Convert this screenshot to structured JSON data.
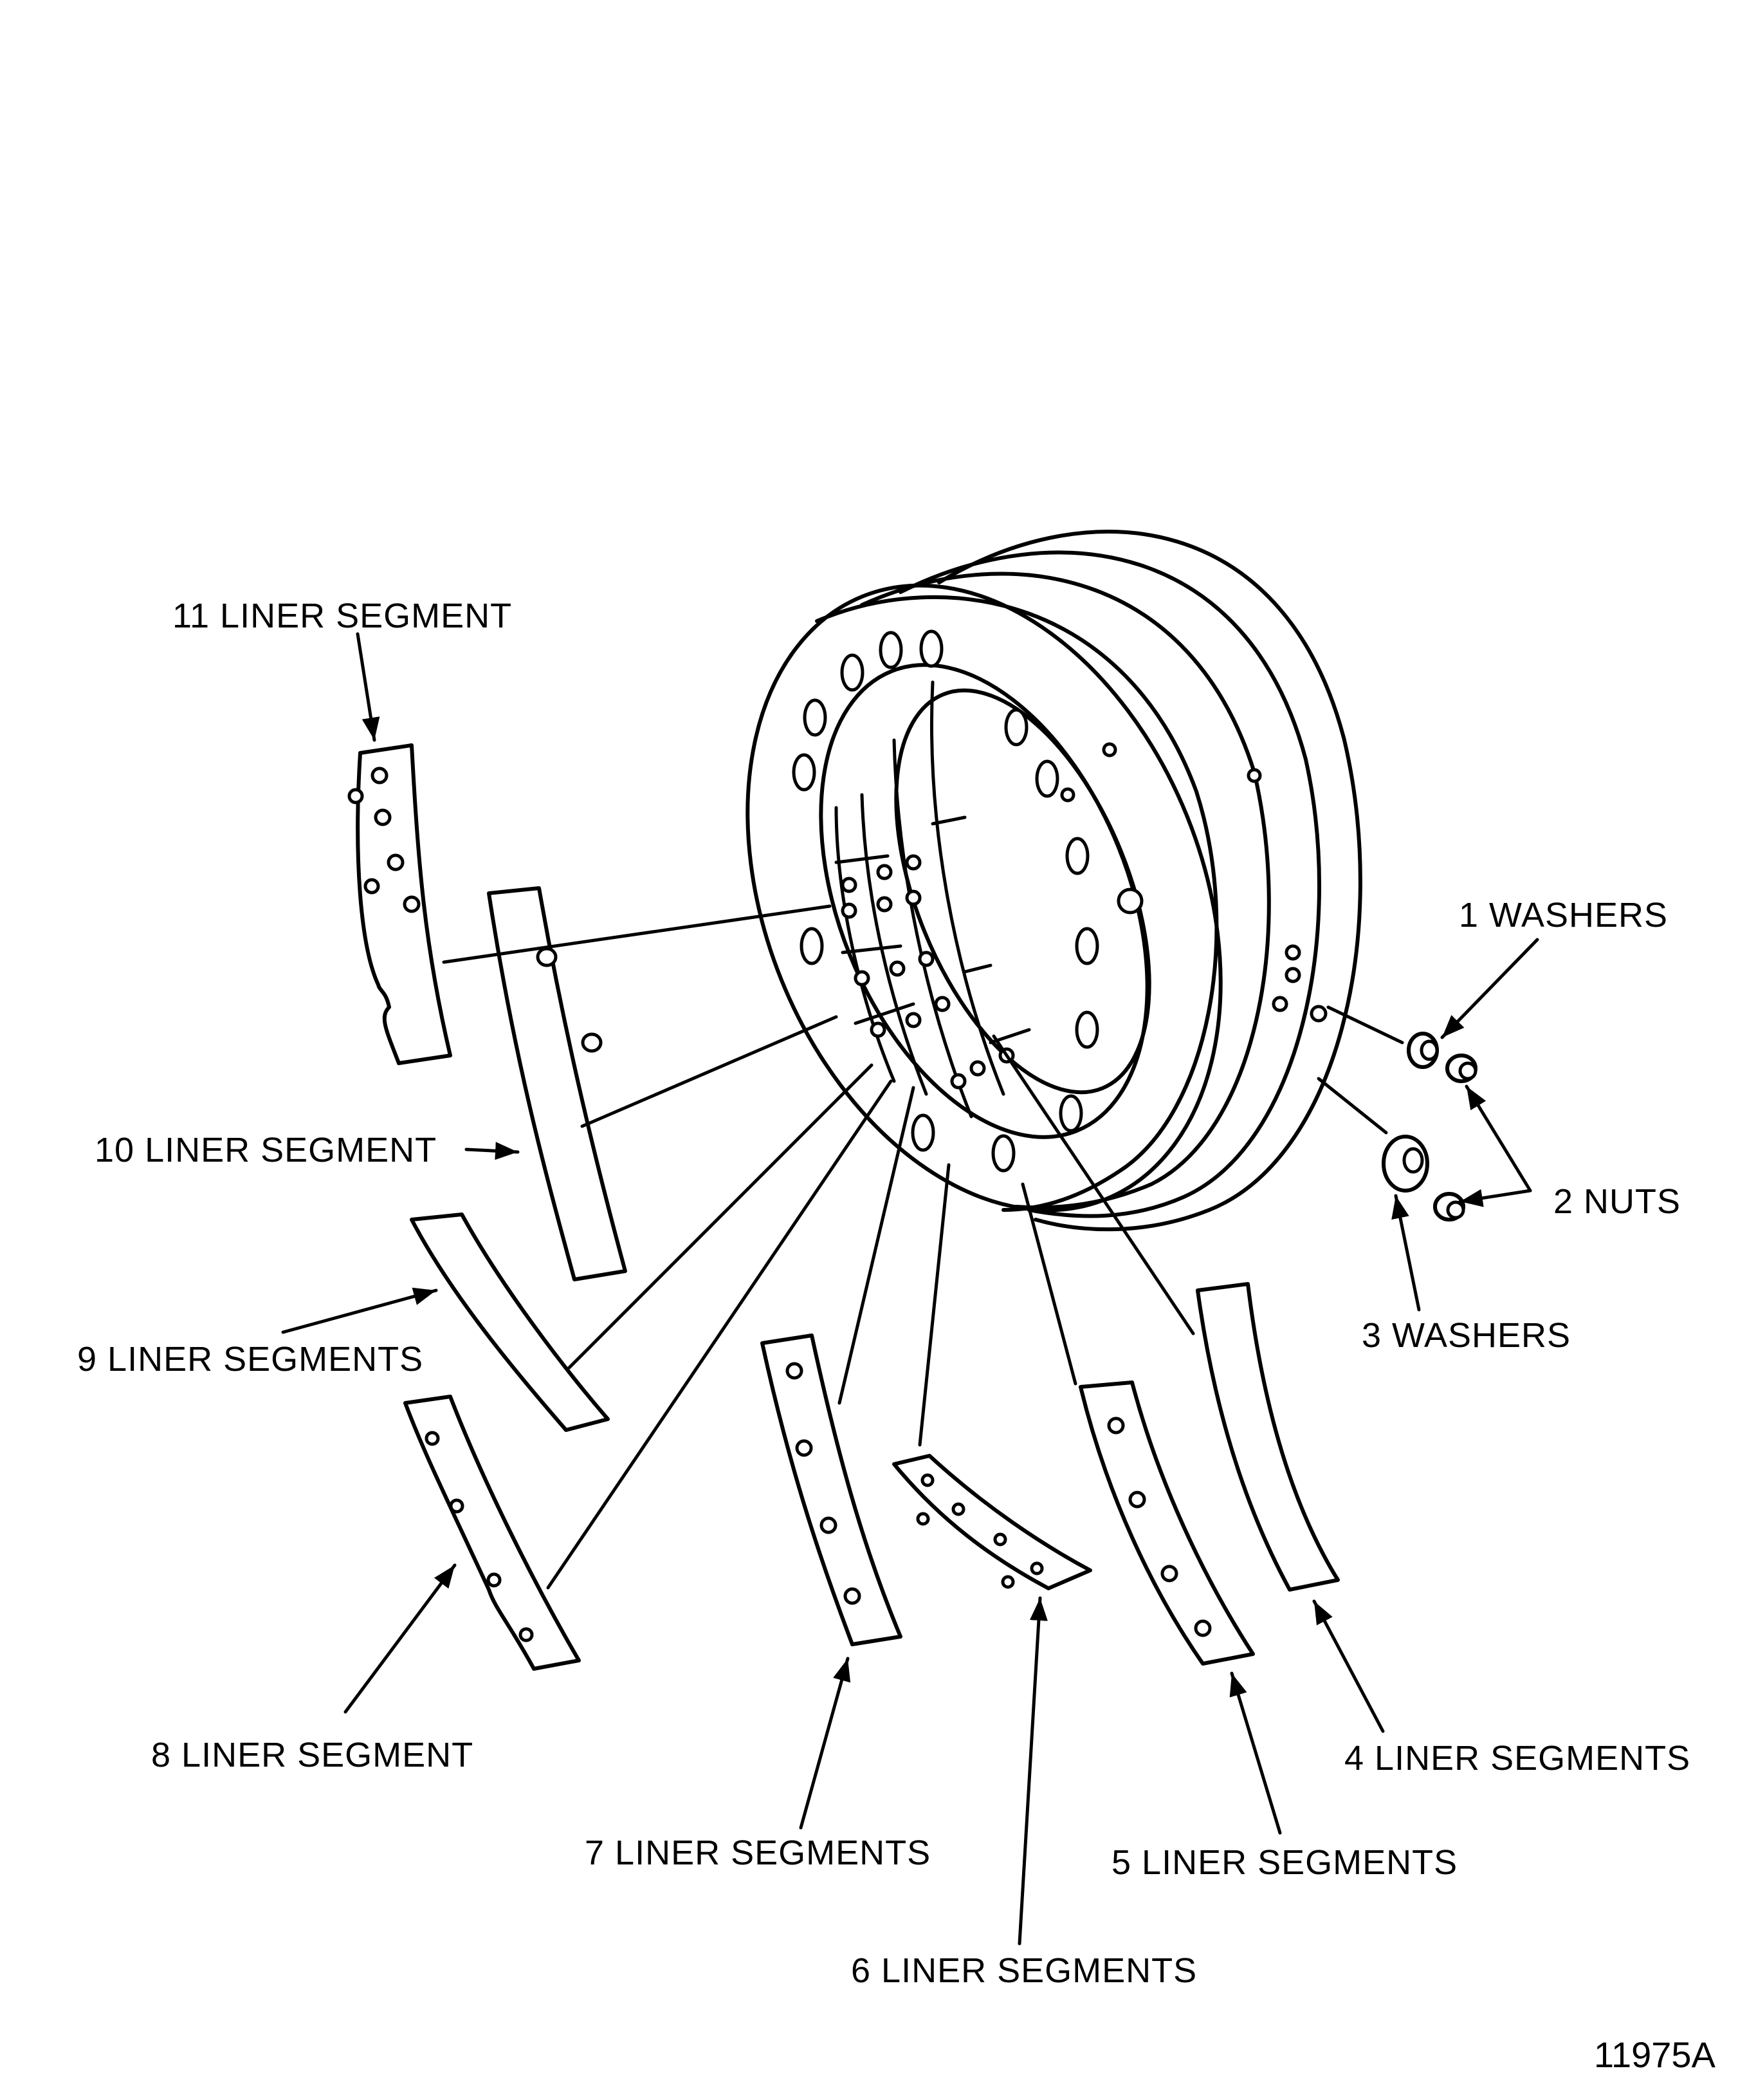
{
  "figure": {
    "number": "11975A",
    "subject": "Exploded view of ring assembly with liner segments"
  },
  "callouts": [
    {
      "id": "1",
      "label": "WASHERS"
    },
    {
      "id": "2",
      "label": "NUTS"
    },
    {
      "id": "3",
      "label": "WASHERS"
    },
    {
      "id": "4",
      "label": "LINER SEGMENTS"
    },
    {
      "id": "5",
      "label": "LINER SEGMENTS"
    },
    {
      "id": "6",
      "label": "LINER SEGMENTS"
    },
    {
      "id": "7",
      "label": "LINER SEGMENTS"
    },
    {
      "id": "8",
      "label": "LINER SEGMENT"
    },
    {
      "id": "9",
      "label": "LINER SEGMENTS"
    },
    {
      "id": "10",
      "label": "LINER SEGMENT"
    },
    {
      "id": "11",
      "label": "LINER SEGMENT"
    }
  ],
  "labels": {
    "c1": "1   WASHERS",
    "c2": "2  NUTS",
    "c3": "3  WASHERS",
    "c4": "4  LINER SEGMENTS",
    "c5": "5  LINER SEGMENTS",
    "c6": "6  LINER SEGMENTS",
    "c7": "7  LINER SEGMENTS",
    "c8": "8  LINER SEGMENT",
    "c9": "9  LINER SEGMENTS",
    "c10": "10  LINER SEGMENT",
    "c11": "11 LINER SEGMENT"
  }
}
